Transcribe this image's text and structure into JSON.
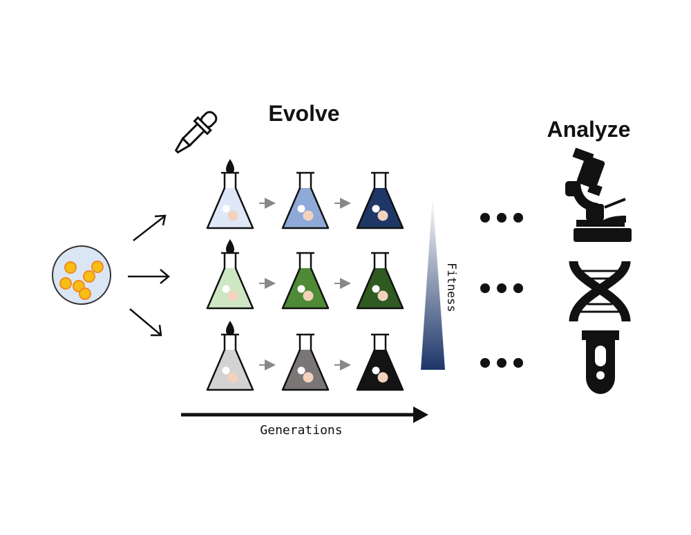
{
  "labels": {
    "evolve": "Evolve",
    "analyze": "Analyze",
    "generations": "Generations",
    "fitness": "Fitness"
  },
  "flask_rows": [
    {
      "name": "blue-lineage",
      "colors": [
        "#dfe8f7",
        "#8fa9d8",
        "#1f3766"
      ]
    },
    {
      "name": "green-lineage",
      "colors": [
        "#cfe6c4",
        "#4f8a36",
        "#2f5a22"
      ]
    },
    {
      "name": "gray-lineage",
      "colors": [
        "#d3d3d3",
        "#7a7676",
        "#141414"
      ]
    }
  ],
  "colors": {
    "colony": "#f7be18",
    "dish_fill": "#dbe6f4",
    "cell_white": "#ffffff",
    "cell_peach": "#f3d2bd",
    "fitness_top": "#ffffff",
    "fitness_bottom": "#1d3668",
    "ink": "#111111"
  },
  "icons": [
    "pipette-icon",
    "droplet-icon",
    "petri-dish-icon",
    "flask-icon",
    "ellipsis-icon",
    "microscope-icon",
    "dna-icon",
    "test-tube-icon"
  ]
}
